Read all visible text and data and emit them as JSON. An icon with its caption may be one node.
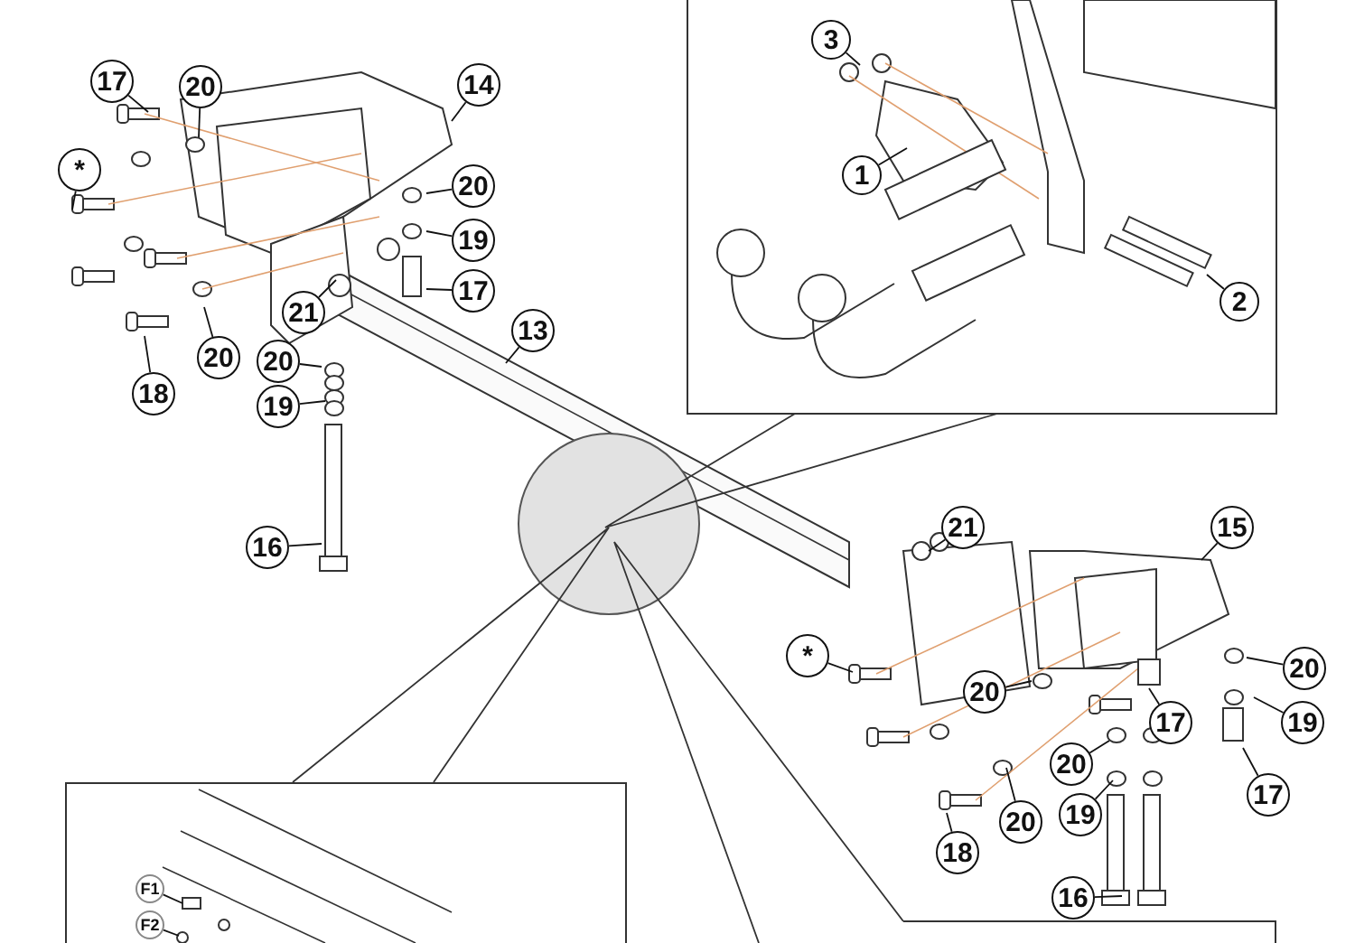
{
  "diagram": {
    "nodes": [
      {
        "text": [
          "17"
        ]
      },
      {
        "text": [
          "20"
        ]
      },
      {
        "text": [
          "*"
        ]
      },
      {
        "text": [
          "14"
        ]
      },
      {
        "text": [
          "20"
        ]
      },
      {
        "text": [
          "19"
        ]
      },
      {
        "text": [
          "17"
        ]
      },
      {
        "text": [
          "21"
        ]
      },
      {
        "text": [
          "13"
        ]
      },
      {
        "text": [
          "18"
        ]
      },
      {
        "text": [
          "20"
        ]
      },
      {
        "text": [
          "20"
        ]
      },
      {
        "text": [
          "19"
        ]
      },
      {
        "text": [
          "16"
        ]
      },
      {
        "text": [
          "3"
        ]
      },
      {
        "text": [
          "1"
        ]
      },
      {
        "text": [
          "2"
        ]
      },
      {
        "text": [
          "21"
        ]
      },
      {
        "text": [
          "15"
        ]
      },
      {
        "text": [
          "*"
        ]
      },
      {
        "text": [
          "20"
        ]
      },
      {
        "text": [
          "17"
        ]
      },
      {
        "text": [
          "20"
        ]
      },
      {
        "text": [
          "19"
        ]
      },
      {
        "text": [
          "20"
        ]
      },
      {
        "text": [
          "17"
        ]
      },
      {
        "text": [
          "18"
        ]
      },
      {
        "text": [
          "20"
        ]
      },
      {
        "text": [
          "19"
        ]
      },
      {
        "text": [
          "16"
        ]
      },
      {
        "text": [
          "F1"
        ]
      },
      {
        "text": [
          "F2"
        ]
      }
    ],
    "edges": [
      {
        "from": 0,
        "to": null,
        "arrow": "none"
      },
      {
        "from": 1,
        "to": null,
        "arrow": "none"
      },
      {
        "from": 2,
        "to": null,
        "arrow": "none"
      },
      {
        "from": 3,
        "to": null,
        "arrow": "none"
      },
      {
        "from": 4,
        "to": null,
        "arrow": "none"
      },
      {
        "from": 5,
        "to": null,
        "arrow": "none"
      },
      {
        "from": 6,
        "to": null,
        "arrow": "none"
      },
      {
        "from": 7,
        "to": null,
        "arrow": "none"
      },
      {
        "from": 8,
        "to": null,
        "arrow": "none"
      },
      {
        "from": 9,
        "to": null,
        "arrow": "none"
      },
      {
        "from": 10,
        "to": null,
        "arrow": "none"
      },
      {
        "from": 11,
        "to": null,
        "arrow": "none"
      },
      {
        "from": 12,
        "to": null,
        "arrow": "none"
      },
      {
        "from": 13,
        "to": null,
        "arrow": "none"
      },
      {
        "from": 14,
        "to": null,
        "arrow": "none"
      },
      {
        "from": 15,
        "to": null,
        "arrow": "none"
      },
      {
        "from": 16,
        "to": null,
        "arrow": "none"
      },
      {
        "from": 17,
        "to": null,
        "arrow": "none"
      },
      {
        "from": 18,
        "to": null,
        "arrow": "none"
      },
      {
        "from": 19,
        "to": null,
        "arrow": "none"
      },
      {
        "from": 20,
        "to": null,
        "arrow": "none"
      },
      {
        "from": 21,
        "to": null,
        "arrow": "none"
      },
      {
        "from": 22,
        "to": null,
        "arrow": "none"
      },
      {
        "from": 23,
        "to": null,
        "arrow": "none"
      },
      {
        "from": 24,
        "to": null,
        "arrow": "none"
      },
      {
        "from": 25,
        "to": null,
        "arrow": "none"
      },
      {
        "from": 26,
        "to": null,
        "arrow": "none"
      },
      {
        "from": 27,
        "to": null,
        "arrow": "none"
      },
      {
        "from": 28,
        "to": null,
        "arrow": "none"
      },
      {
        "from": 29,
        "to": null,
        "arrow": "none"
      },
      {
        "from": 30,
        "to": null,
        "arrow": "none"
      },
      {
        "from": 31,
        "to": null,
        "arrow": "none"
      }
    ]
  }
}
